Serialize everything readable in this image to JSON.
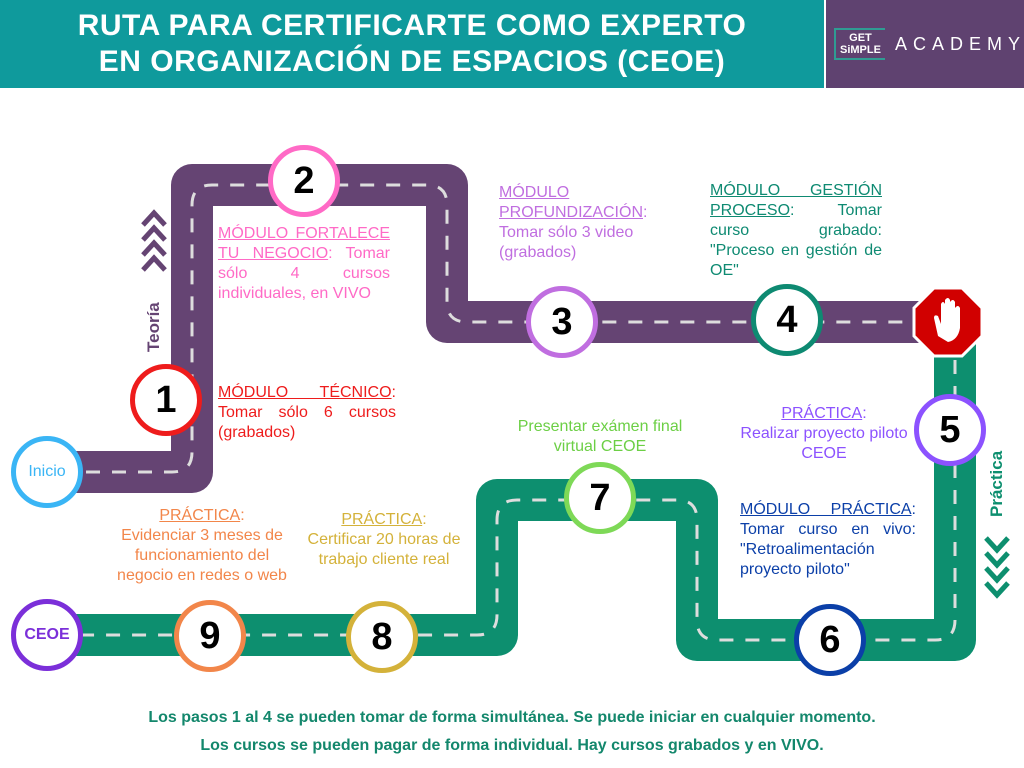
{
  "header": {
    "title_line1": "RUTA PARA CERTIFICARTE COMO EXPERTO",
    "title_line2": "EN ORGANIZACIÓN DE ESPACIOS (CEOE)"
  },
  "logo": {
    "get": "GET",
    "simple": "SiMPLE",
    "academy": "ACADEMY"
  },
  "colors": {
    "teal_header": "#0f9a9c",
    "purple_logo": "#5f4270",
    "road_purple": "#654473",
    "road_green": "#0d8f6f"
  },
  "side_labels": {
    "teoria": "Teoría",
    "practica": "Práctica"
  },
  "endpoints": {
    "start": "Inicio",
    "end": "CEOE"
  },
  "steps": [
    {
      "n": "1",
      "title": "MÓDULO TÉCNICO",
      "text": "Tomar sólo 6 cursos (grabados)",
      "color": "#ee1c1c"
    },
    {
      "n": "2",
      "title": "MÓDULO FORTALECE TU NEGOCIO",
      "text": "Tomar sólo 4 cursos individuales, en VIVO",
      "color": "#ff6ac6"
    },
    {
      "n": "3",
      "title": "MÓDULO PROFUNDIZACIÓN",
      "text": "Tomar sólo 3 video (grabados)",
      "color": "#c06ee0"
    },
    {
      "n": "4",
      "title": "MÓDULO GESTIÓN PROCESO",
      "text": "Tomar curso grabado: \"Proceso en gestión de OE\"",
      "color": "#0e8a72"
    },
    {
      "n": "5",
      "title": "PRÁCTICA",
      "text": "Realizar proyecto piloto CEOE",
      "color": "#8c52ff"
    },
    {
      "n": "6",
      "title": "MÓDULO PRÁCTICA",
      "text": "Tomar curso en vivo: \"Retroalimentación proyecto piloto\"",
      "color": "#0b3fa8"
    },
    {
      "n": "7",
      "title": "",
      "text": "Presentar exámen final virtual CEOE",
      "color": "#7ed957"
    },
    {
      "n": "8",
      "title": "PRÁCTICA",
      "text": "Certificar 20 horas de trabajo cliente real",
      "color": "#d4b23a"
    },
    {
      "n": "9",
      "title": "PRÁCTICA",
      "text": "Evidenciar 3 meses de funcionamiento del negocio en redes o web",
      "color": "#f2864a"
    }
  ],
  "footer": {
    "line1": "Los pasos 1 al 4 se pueden tomar de forma simultánea. Se puede iniciar en cualquier momento.",
    "line2": "Los cursos se pueden pagar de forma individual. Hay cursos grabados y en VIVO."
  }
}
